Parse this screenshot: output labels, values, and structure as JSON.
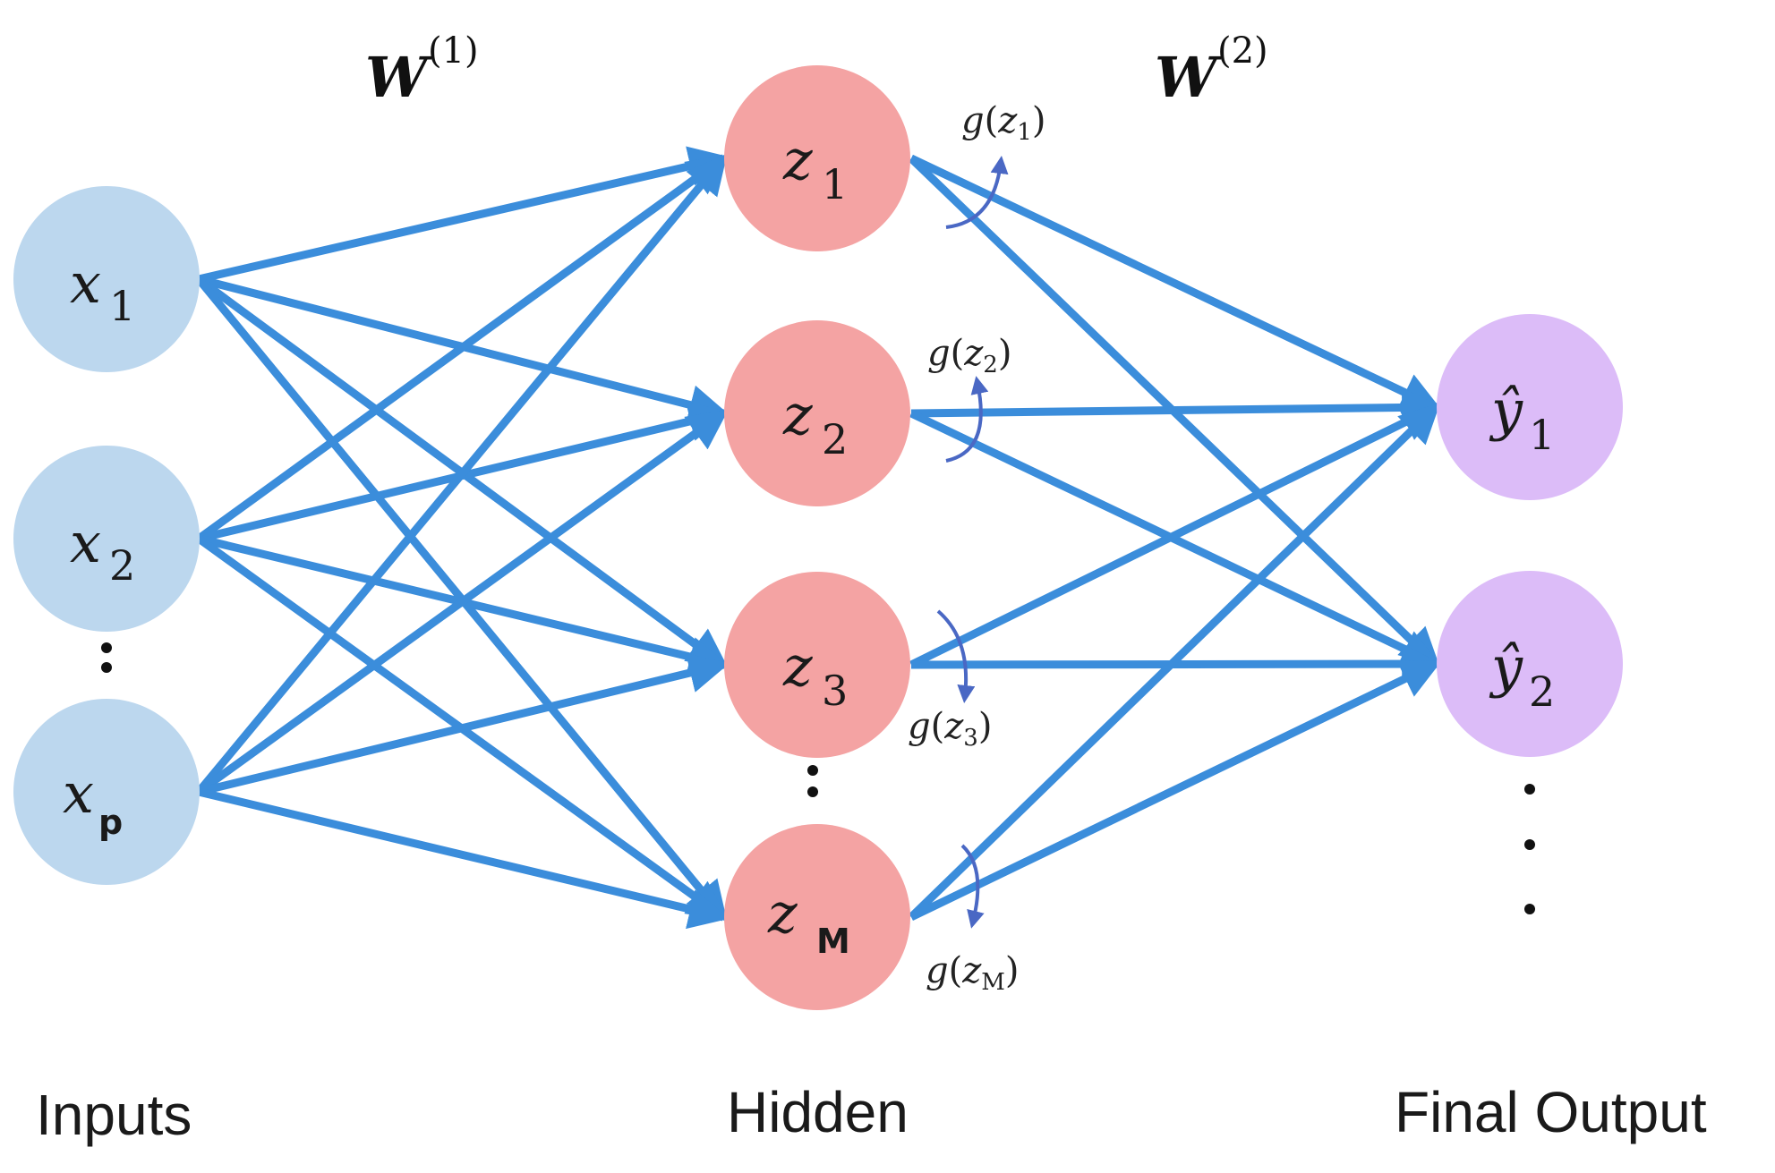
{
  "colors": {
    "input_node": "#bcd7ee",
    "hidden_node": "#f4a3a3",
    "output_node": "#dcbcf8",
    "edge": "#3b8ddb",
    "activation_arc": "#4a68c4"
  },
  "weights": {
    "w1": {
      "symbol": "W",
      "superscript": "(1)"
    },
    "w2": {
      "symbol": "W",
      "superscript": "(2)"
    }
  },
  "inputs": [
    {
      "symbol": "x",
      "subscript": "1"
    },
    {
      "symbol": "x",
      "subscript": "2"
    },
    {
      "symbol": "x",
      "subscript": "p"
    }
  ],
  "hidden": [
    {
      "symbol": "z",
      "subscript": "1"
    },
    {
      "symbol": "z",
      "subscript": "2"
    },
    {
      "symbol": "z",
      "subscript": "3"
    },
    {
      "symbol": "z",
      "subscript": "M"
    }
  ],
  "outputs": [
    {
      "symbol": "ŷ",
      "subscript": "1"
    },
    {
      "symbol": "ŷ",
      "subscript": "2"
    }
  ],
  "activations": [
    {
      "fn": "g",
      "open": "(",
      "arg": "z",
      "subscript": "1",
      "close": ")"
    },
    {
      "fn": "g",
      "open": "(",
      "arg": "z",
      "subscript": "2",
      "close": ")"
    },
    {
      "fn": "g",
      "open": "(",
      "arg": "z",
      "subscript": "3",
      "close": ")"
    },
    {
      "fn": "g",
      "open": "(",
      "arg": "z",
      "subscript": "M",
      "close": ")"
    }
  ],
  "column_labels": {
    "inputs": "Inputs",
    "hidden": "Hidden",
    "output": "Final Output"
  }
}
